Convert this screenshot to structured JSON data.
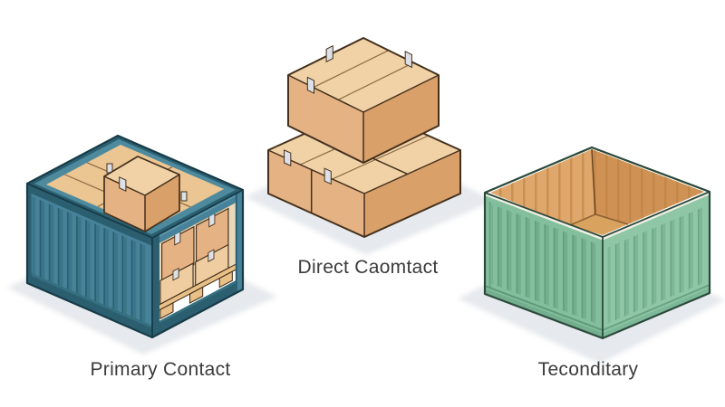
{
  "scene": {
    "items": [
      {
        "id": "loaded-container",
        "label": "Primary Contact"
      },
      {
        "id": "box-stack",
        "label": "Direct Caomtact"
      },
      {
        "id": "empty-container",
        "label": "Teconditary"
      }
    ]
  },
  "colors": {
    "page_bg": "#ffffff",
    "shadow": "#e6e9ed",
    "label_text": "#3b3b3b",
    "box_top": "#f0d2a6",
    "box_left": "#e5b284",
    "box_right": "#d9a06a",
    "box_light": "#efcda0",
    "box_flat": "#ebc592",
    "seam": "#8a6a43",
    "tape": "#dde1e7",
    "outline_box": "#44301c",
    "teal_face": "#47829a",
    "teal_dark": "#2b5f70",
    "teal_mid": "#35707f",
    "teal_inner": "#4d8a9e",
    "teal_post_light": "#5e99ab",
    "teal_rib_wide": "#3b758a",
    "teal_rib_line": "#295c6e",
    "outline_teal": "#173b48",
    "green_left": "#83bf9c",
    "green_right": "#8fc7a6",
    "green_rib_wideL": "#73ae8e",
    "green_rib_lineL": "#609a7c",
    "green_rib_wideR": "#7cb898",
    "green_rib_lineR": "#68a384",
    "outline_green": "#2c4a3c",
    "interior_left": "#dfa76b",
    "interior_right": "#cf9254",
    "interior_floor": "#d9a35f",
    "interior_rib": "#b97f3e",
    "interior_edge": "#6b4520",
    "interior_backdrop": "#e9d8ba",
    "rim_highlight": "#f2f0e6",
    "pallet": "#e9c188"
  }
}
